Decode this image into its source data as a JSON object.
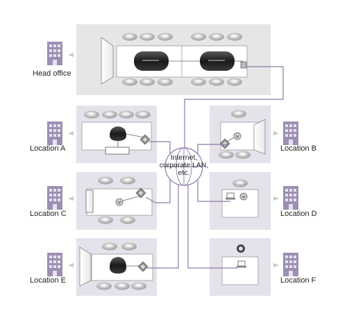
{
  "sites": {
    "head_office": "Head office",
    "location_a": "Location A",
    "location_b": "Location B",
    "location_c": "Location C",
    "location_d": "Location D",
    "location_e": "Location E",
    "location_f": "Location F"
  },
  "network": {
    "label_line1": "Internet,",
    "label_line2": "corporate LAN,",
    "label_line3": "etc."
  },
  "colors": {
    "head_office_bg": "#e6e6e6",
    "location_bg": "#e6e2ec",
    "connection_line": "#8c7aa8",
    "building": "#9d8fb3"
  }
}
